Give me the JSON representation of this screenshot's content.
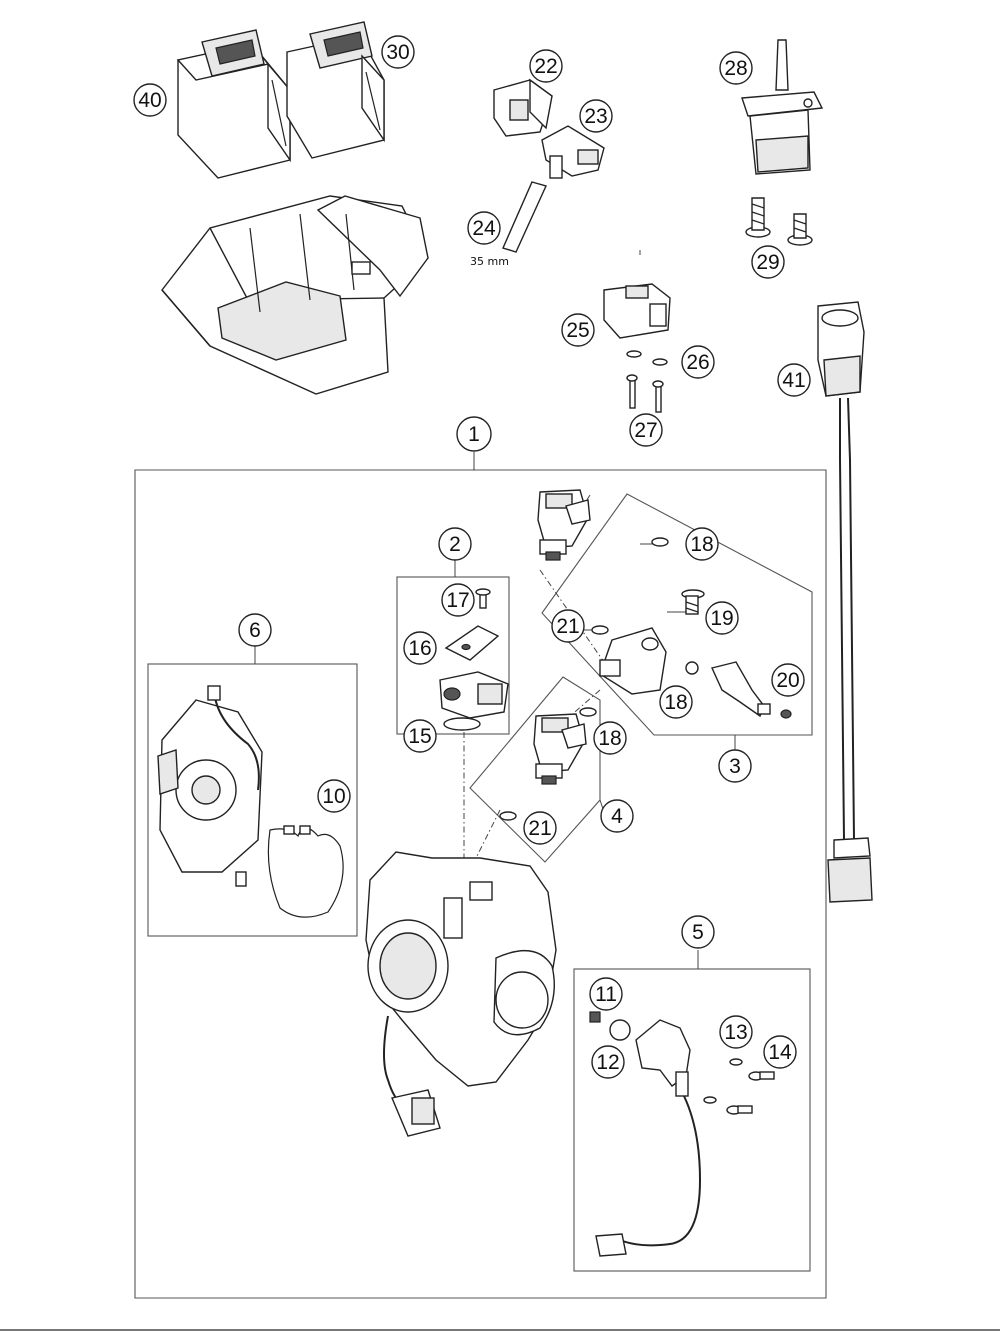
{
  "callouts": {
    "c1": "1",
    "c2": "2",
    "c3": "3",
    "c4": "4",
    "c5": "5",
    "c6": "6",
    "c10": "10",
    "c11": "11",
    "c12": "12",
    "c13": "13",
    "c14": "14",
    "c15": "15",
    "c16": "16",
    "c17": "17",
    "c18a": "18",
    "c18b": "18",
    "c18c": "18",
    "c19": "19",
    "c20": "20",
    "c21a": "21",
    "c21b": "21",
    "c22": "22",
    "c23": "23",
    "c24": "24",
    "c25": "25",
    "c26": "26",
    "c27": "27",
    "c28": "28",
    "c29": "29",
    "c30": "30",
    "c40": "40",
    "c41": "41"
  },
  "dimension_label": "35 mm",
  "colors": {
    "line": "#222222",
    "background": "#ffffff",
    "frame": "#555555"
  }
}
